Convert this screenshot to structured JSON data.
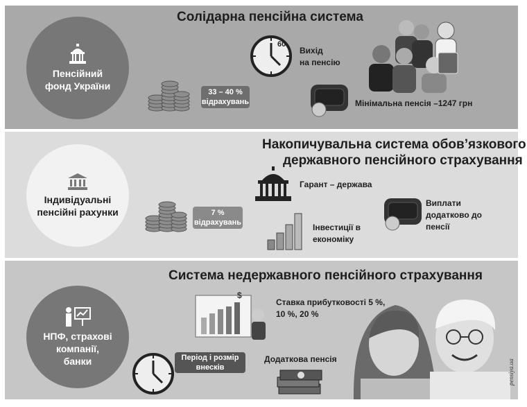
{
  "section1": {
    "title": "Солідарна пенсійна система",
    "circle_text": "Пенсійний\nфонд України",
    "deduction": "33 – 40 %\nвідрахувань",
    "retirement": "Вихід\nна пенсію",
    "clock_number": "60",
    "min_pension": "Мінімальна пенсія –1247 грн"
  },
  "section2": {
    "title_line1": "Накопичувальна система обов’язкового",
    "title_line2": "державного пенсійного страхування",
    "circle_text": "Індивідуальні\nпенсійні рахунки",
    "deduction": "7 %\nвідрахувань",
    "guarantee": "Гарант – держава",
    "investments": "Інвестиції в\nекономіку",
    "payments": "Виплати\nдодатково до\nпенсії"
  },
  "section3": {
    "title": "Система недержавного пенсійного страхування",
    "circle_text": "НПФ, страхові\nкомпанії,\nбанки",
    "rate": "Ставка прибутковості 5 %,\n10 %, 20 %",
    "period": "Період і розмір\nвнесків",
    "extra_pension": "Додаткова пенсія"
  },
  "watermark": "pensiya.ua"
}
